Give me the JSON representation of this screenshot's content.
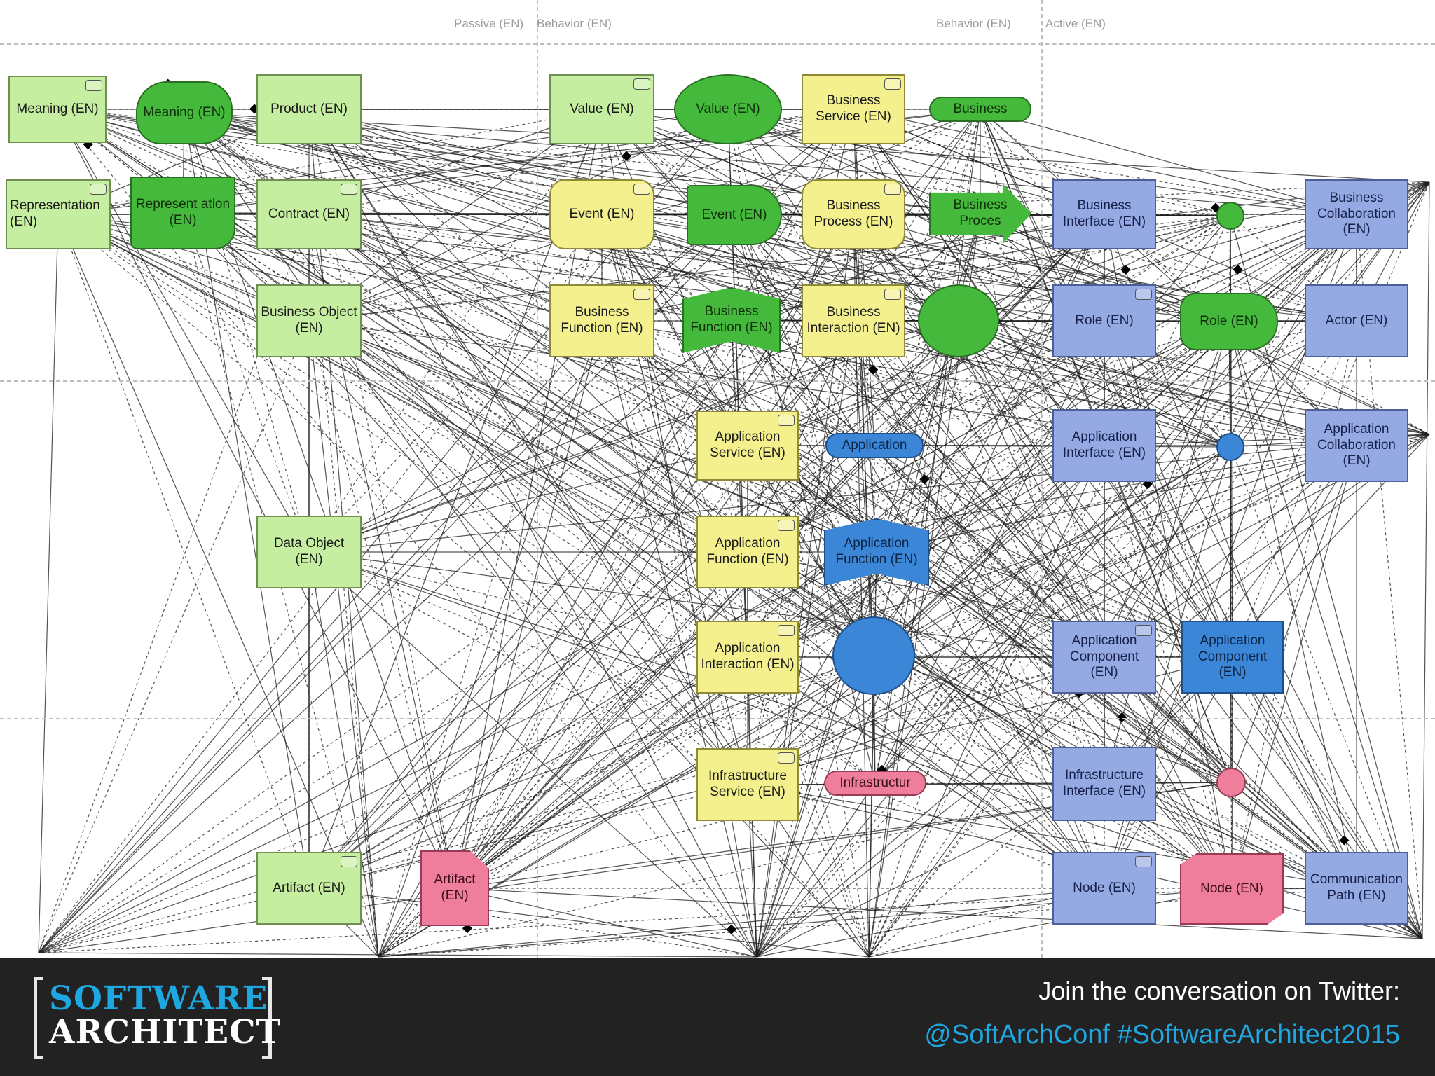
{
  "column_headers": {
    "passive": "Passive (EN)",
    "behavior_left": "Behavior (EN)",
    "behavior_right": "Behavior (EN)",
    "active": "Active (EN)"
  },
  "nodes": {
    "meaning_box": "Meaning (EN)",
    "meaning_cloud": "Meaning (EN)",
    "product": "Product (EN)",
    "value_box": "Value (EN)",
    "value_ellipse": "Value (EN)",
    "business_service_box": "Business Service (EN)",
    "business_service_pill": "Business",
    "representation_box": "Representation (EN)",
    "representation_wave": "Represent ation (EN)",
    "contract": "Contract (EN)",
    "event_box": "Event (EN)",
    "event_shape": "Event (EN)",
    "business_process_box": "Business Process (EN)",
    "business_process_arrow": "Business Proces",
    "business_interface": "Business Interface (EN)",
    "business_collaboration": "Business Collaboration (EN)",
    "business_object": "Business Object (EN)",
    "business_function_box": "Business Function (EN)",
    "business_function_shape": "Business Function (EN)",
    "business_interaction": "Business Interaction (EN)",
    "role_box": "Role (EN)",
    "role_cylinder": "Role (EN)",
    "actor": "Actor (EN)",
    "application_service": "Application Service (EN)",
    "application_service_pill": "Application",
    "application_interface": "Application Interface (EN)",
    "application_collaboration": "Application Collaboration (EN)",
    "data_object": "Data Object (EN)",
    "application_function_box": "Application Function (EN)",
    "application_function_shape": "Application Function (EN)",
    "application_interaction": "Application Interaction (EN)",
    "application_component_box": "Application Component (EN)",
    "application_component_shape": "Application Component (EN)",
    "infrastructure_service": "Infrastructure Service (EN)",
    "infrastructure_pill": "Infrastructur",
    "infrastructure_interface": "Infrastructure Interface (EN)",
    "artifact_box": "Artifact (EN)",
    "artifact_page": "Artifact (EN)",
    "node_box": "Node (EN)",
    "node_cube": "Node (EN)",
    "communication_path": "Communication Path (EN)"
  },
  "colors": {
    "light_green": "#c6eea1",
    "dark_green": "#45b93b",
    "yellow": "#f4f08d",
    "purple": "#95a9e2",
    "blue": "#3c86d8",
    "pink": "#ef7d9c",
    "footer_bg": "#222222",
    "accent": "#1ea7e0"
  },
  "footer": {
    "logo_top": "SOFTWARE",
    "logo_bottom": "ARCHITECT",
    "line1": "Join the conversation on Twitter:",
    "line2": "@SoftArchConf #SoftwareArchitect2015"
  }
}
